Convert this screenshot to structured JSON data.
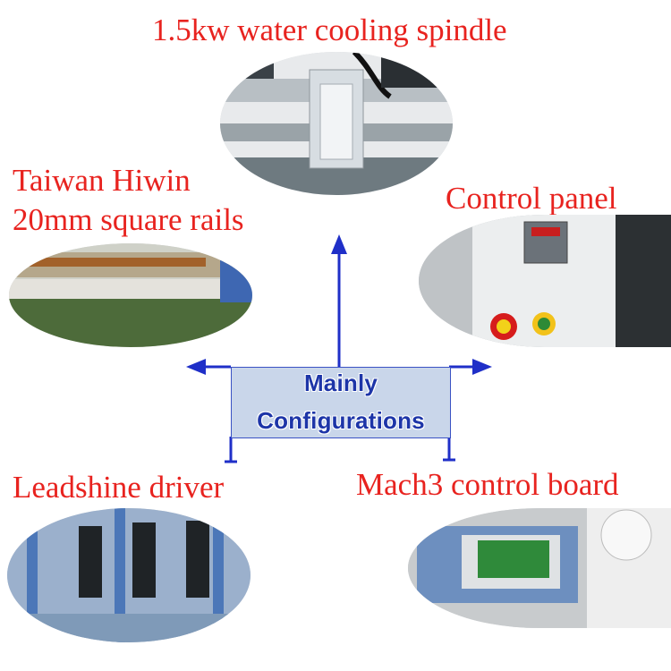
{
  "labels": {
    "spindle": "1.5kw water cooling spindle",
    "rails_line1": "Taiwan Hiwin",
    "rails_line2": "20mm square rails",
    "control_panel": "Control panel",
    "driver": "Leadshine driver",
    "board": "Mach3 control board"
  },
  "center": {
    "line1": "Mainly",
    "line2": "Configurations"
  },
  "colors": {
    "label_red": "#e8231f",
    "arrow_blue": "#1f2fc8",
    "box_fill": "#c9d6ea",
    "text_blue": "#1d35a8"
  }
}
